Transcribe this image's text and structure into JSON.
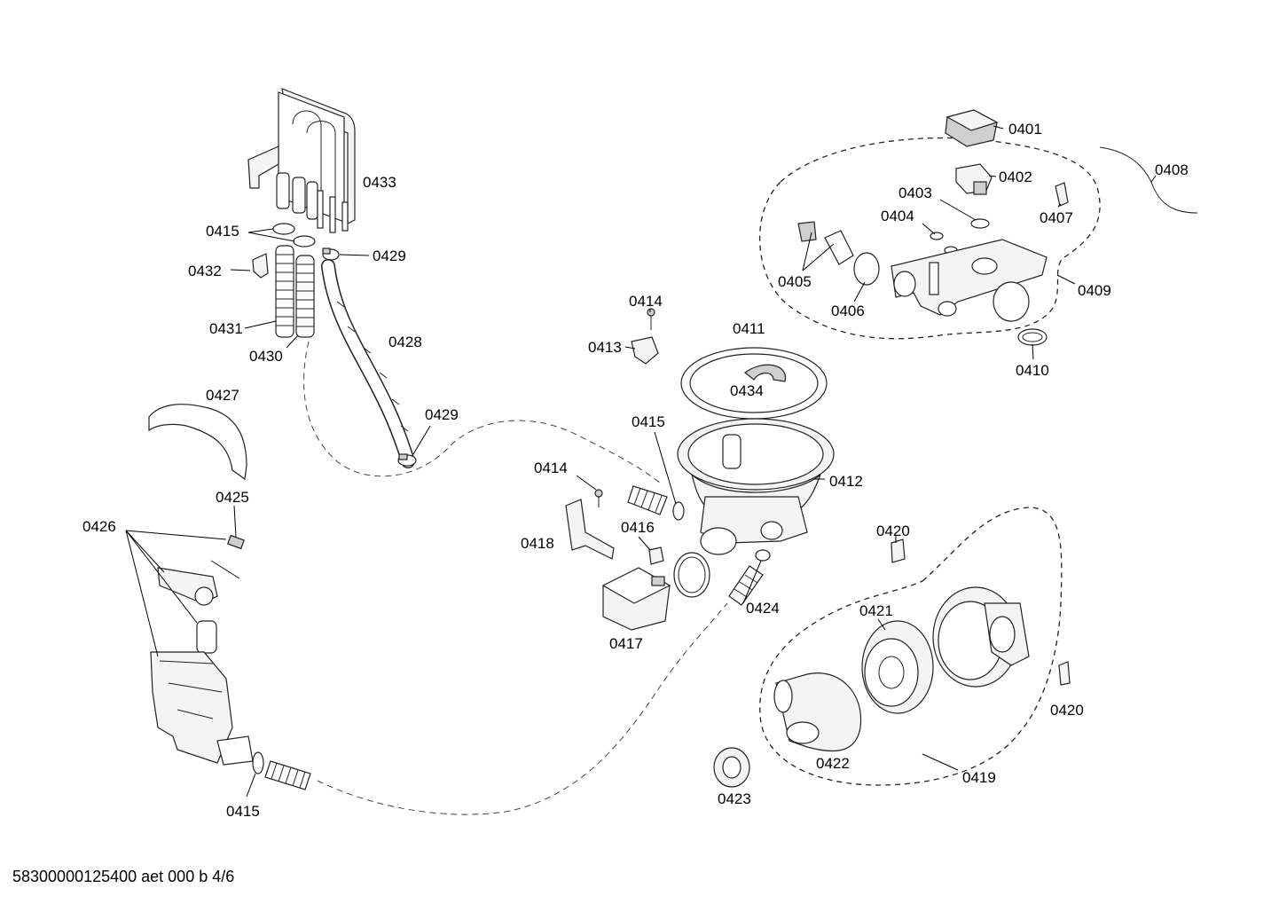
{
  "footer": "58300000125400 aet 000 b 4/6",
  "labels": {
    "p0401": "0401",
    "p0402": "0402",
    "p0403": "0403",
    "p0404": "0404",
    "p0405": "0405",
    "p0406": "0406",
    "p0407": "0407",
    "p0408": "0408",
    "p0409": "0409",
    "p0410": "0410",
    "p0411": "0411",
    "p0412": "0412",
    "p0413": "0413",
    "p0414a": "0414",
    "p0414b": "0414",
    "p0415a": "0415",
    "p0415b": "0415",
    "p0415c": "0415",
    "p0416": "0416",
    "p0417": "0417",
    "p0418": "0418",
    "p0419": "0419",
    "p0420a": "0420",
    "p0420b": "0420",
    "p0421": "0421",
    "p0422": "0422",
    "p0423": "0423",
    "p0424": "0424",
    "p0425": "0425",
    "p0426": "0426",
    "p0427": "0427",
    "p0428": "0428",
    "p0429a": "0429",
    "p0429b": "0429",
    "p0430": "0430",
    "p0431": "0431",
    "p0432": "0432",
    "p0433": "0433",
    "p0434": "0434"
  }
}
